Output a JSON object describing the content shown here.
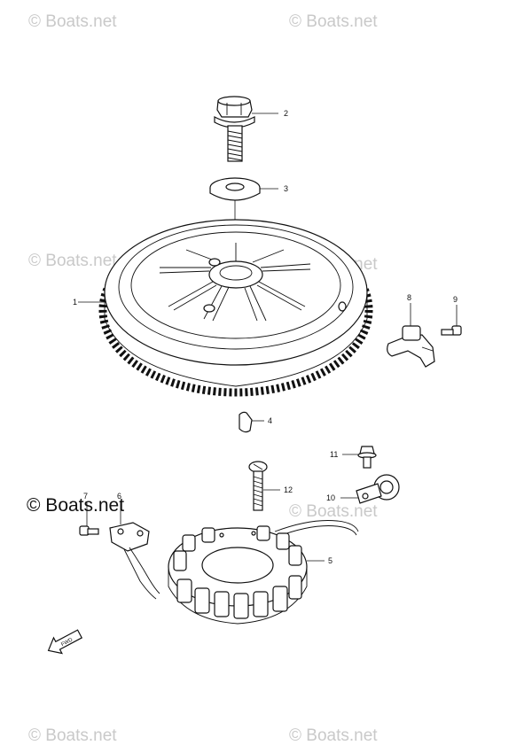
{
  "watermark": {
    "text": "© Boats.net"
  },
  "callouts": [
    {
      "id": "1",
      "label": "1"
    },
    {
      "id": "2",
      "label": "2"
    },
    {
      "id": "3",
      "label": "3"
    },
    {
      "id": "4",
      "label": "4"
    },
    {
      "id": "5",
      "label": "5"
    },
    {
      "id": "6",
      "label": "6"
    },
    {
      "id": "7",
      "label": "7"
    },
    {
      "id": "8",
      "label": "8"
    },
    {
      "id": "9",
      "label": "9"
    },
    {
      "id": "10",
      "label": "10"
    },
    {
      "id": "11",
      "label": "11"
    },
    {
      "id": "12",
      "label": "12"
    }
  ],
  "fwd_arrow": {
    "label": "FWD"
  }
}
